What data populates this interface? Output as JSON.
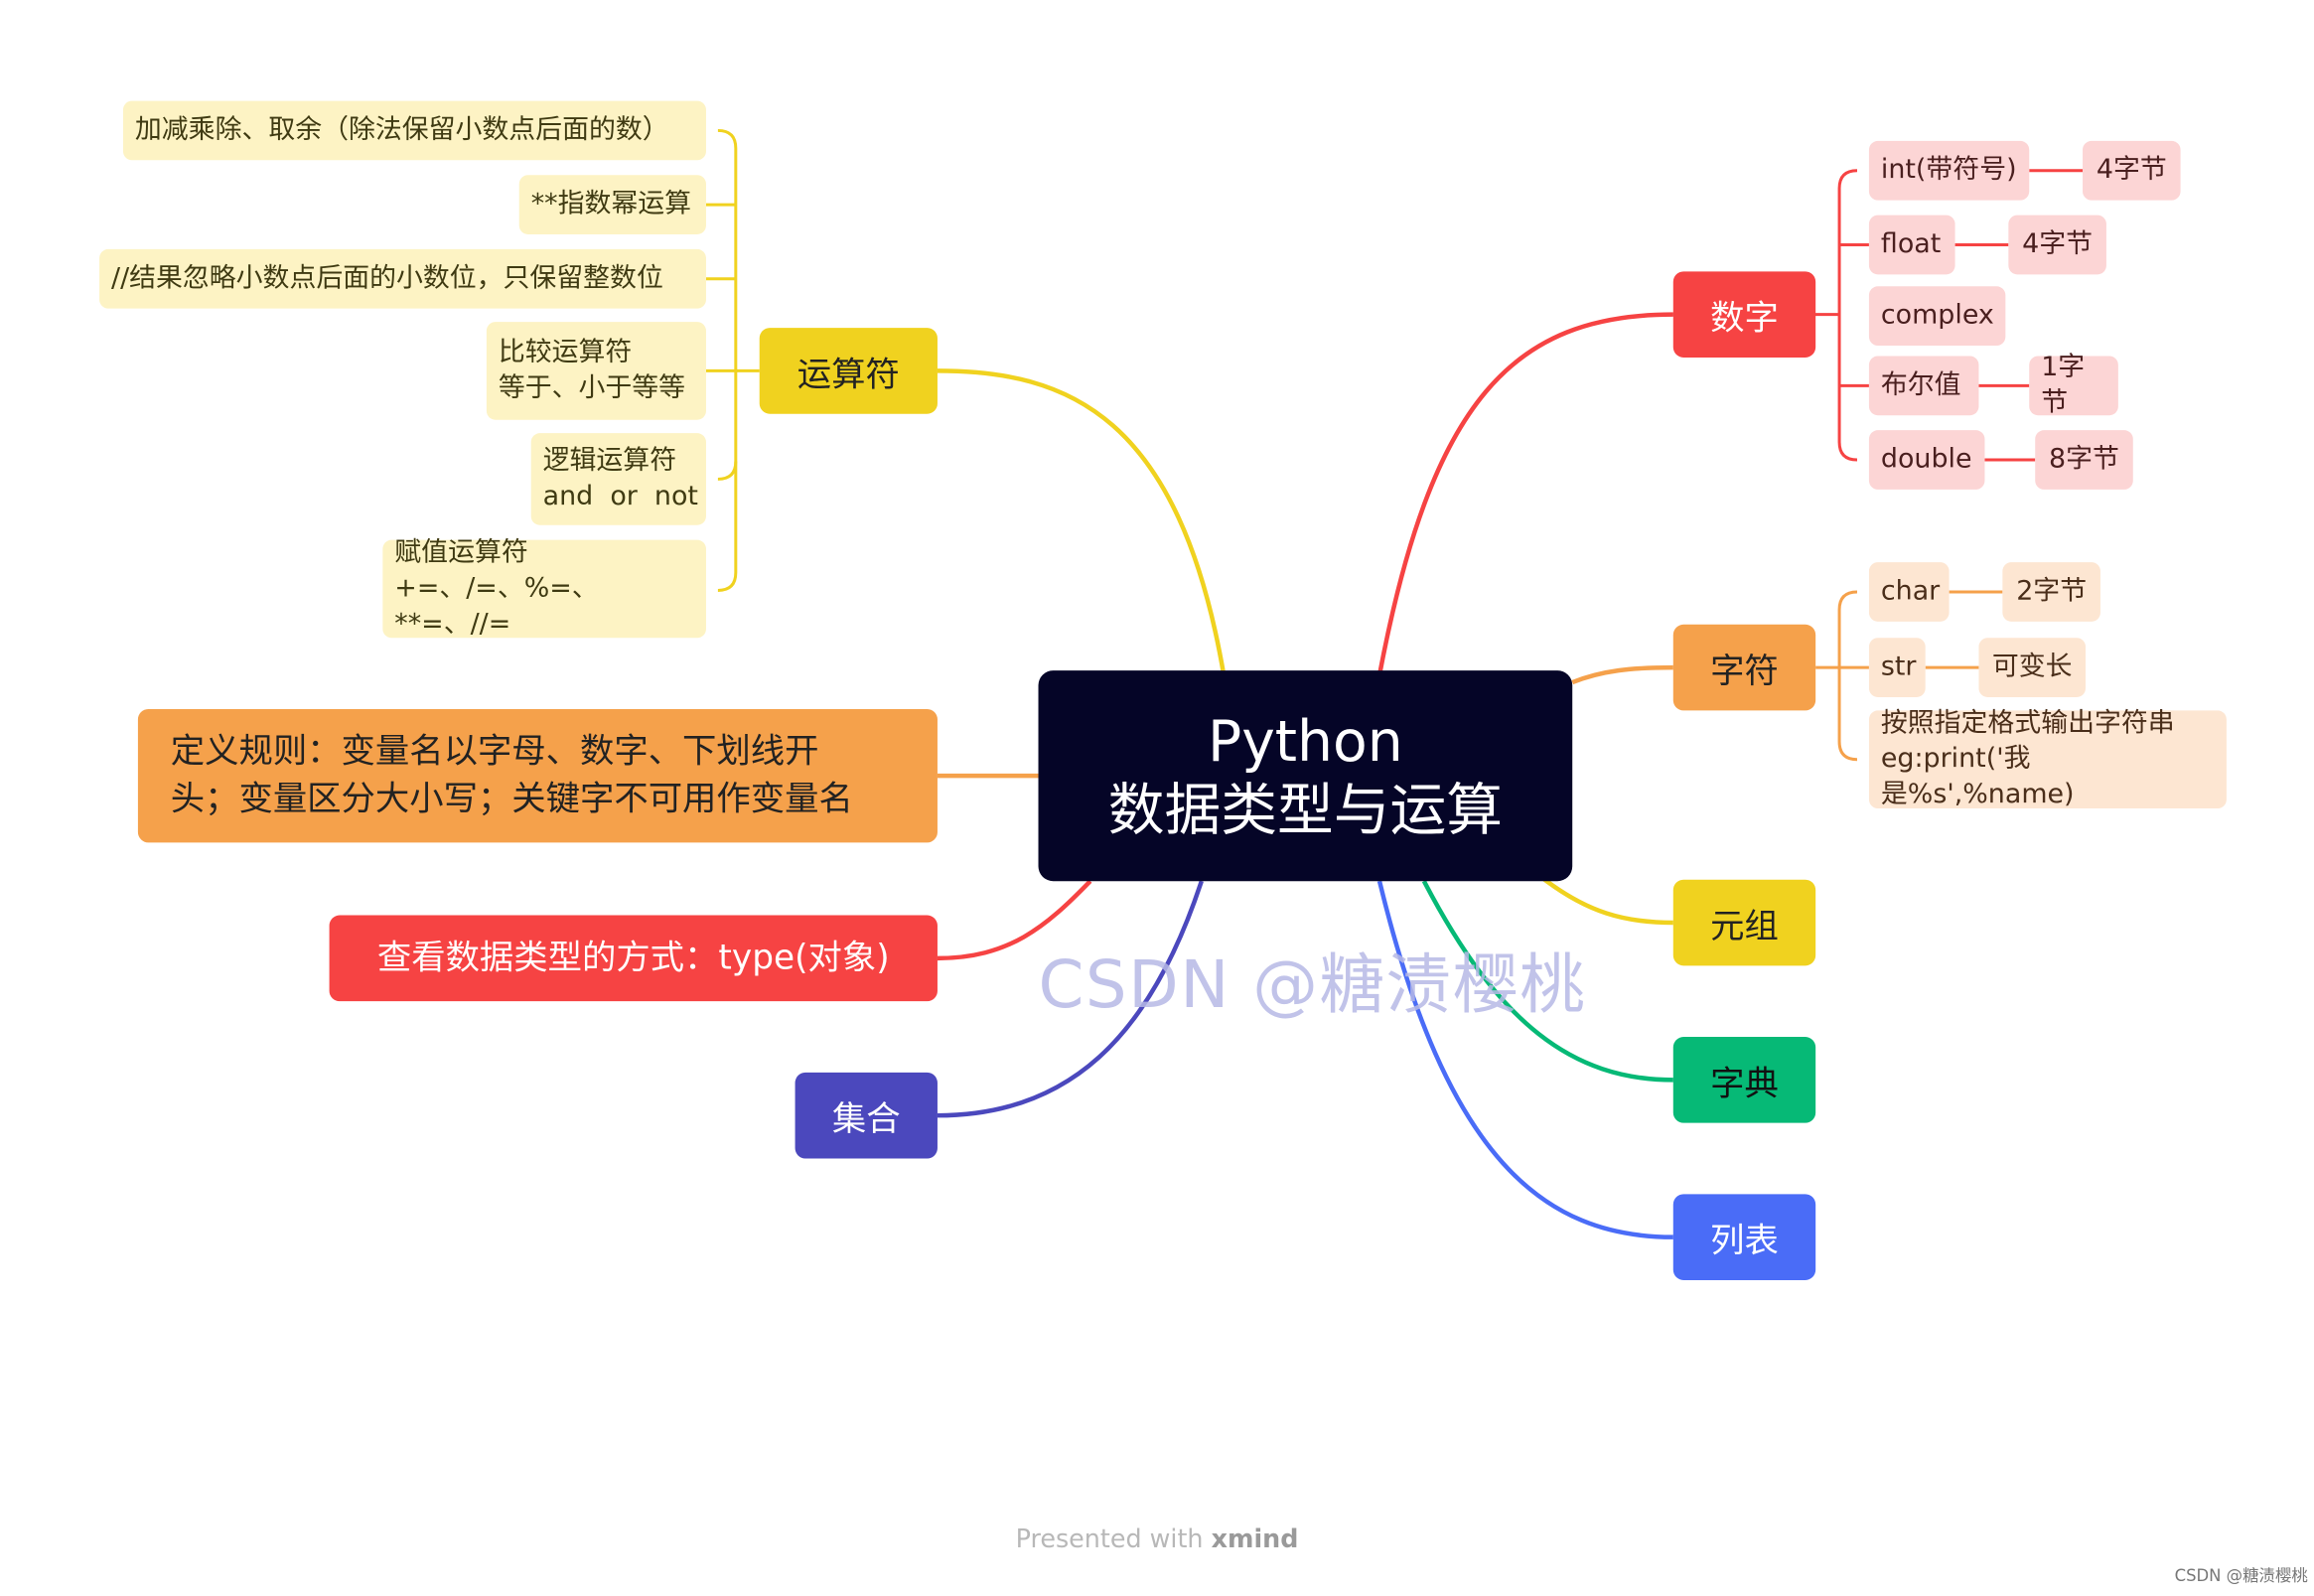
{
  "central": {
    "line1": "Python",
    "line2": "数据类型与运算"
  },
  "left": {
    "operators": {
      "label": "运算符",
      "items": [
        "加减乘除、取余（除法保留小数点后面的数）",
        "**指数幂运算",
        "//结果忽略小数点后面的小数位，只保留整数位",
        [
          "比较运算符",
          "等于、小于等等"
        ],
        [
          "逻辑运算符",
          "and  or  not"
        ],
        [
          "赋值运算符",
          "+=、/=、%=、**=、//="
        ]
      ]
    },
    "naming_rule": [
      "定义规则：变量名以字母、数字、下划线开",
      "头；变量区分大小写；关键字不可用作变量名"
    ],
    "type_check": "查看数据类型的方式：type(对象)",
    "set_label": "集合"
  },
  "right": {
    "number": {
      "label": "数字",
      "items": [
        {
          "name": "int(带符号)",
          "size": "4字节"
        },
        {
          "name": "float",
          "size": "4字节"
        },
        {
          "name": "complex"
        },
        {
          "name": "布尔值",
          "size": "1字节"
        },
        {
          "name": "double",
          "size": "8字节"
        }
      ]
    },
    "char": {
      "label": "字符",
      "items": [
        {
          "name": "char",
          "size": "2字节"
        },
        {
          "name": "str",
          "size": "可变长"
        }
      ],
      "format_note": [
        "按照指定格式输出字符串",
        "eg:print('我是%s',%name)"
      ]
    },
    "tuple_label": "元组",
    "dict_label": "字典",
    "list_label": "列表"
  },
  "colors": {
    "central_bg": "#050527",
    "yellow": "#f0d21f",
    "red": "#f64343",
    "orange": "#f5a14b",
    "green": "#06b976",
    "blue": "#4a6cf7",
    "indigo": "#4b48bd"
  },
  "watermark": "CSDN @糖渍樱桃",
  "footer": {
    "presented": "Presented with",
    "brand": "xmind"
  },
  "credit": "CSDN @糖渍樱桃"
}
